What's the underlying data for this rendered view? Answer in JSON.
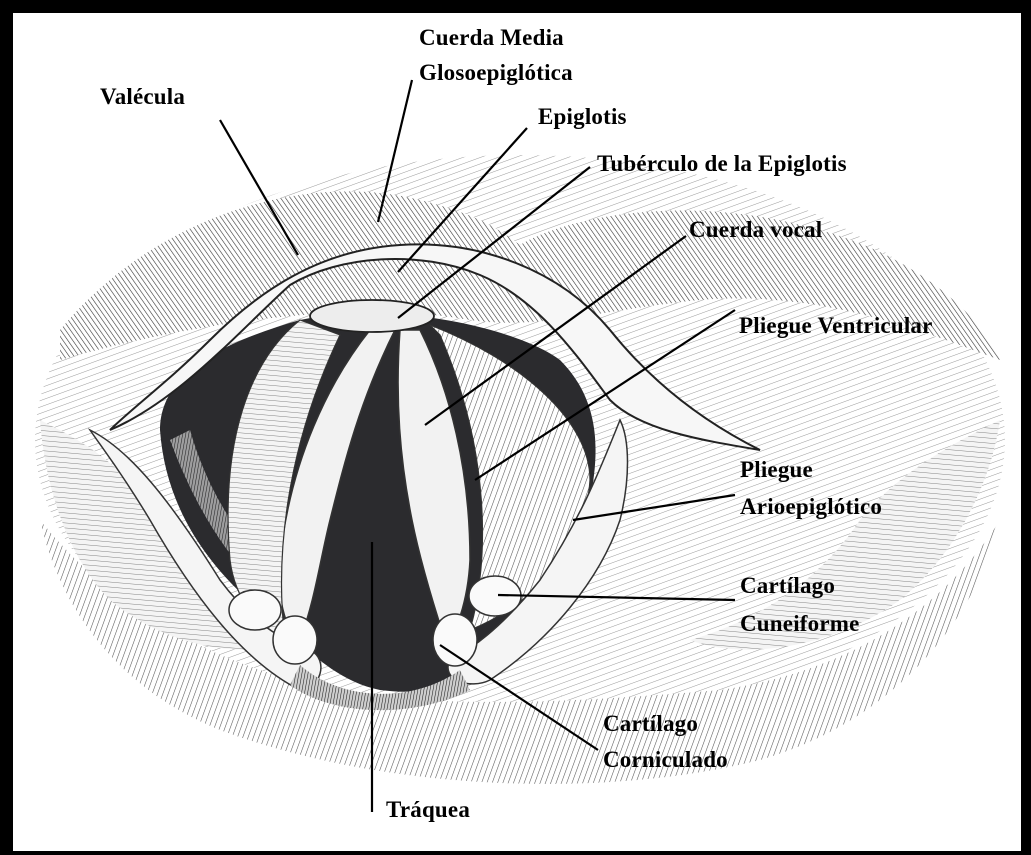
{
  "diagram": {
    "labels": {
      "cuerda_media_l1": "Cuerda Media",
      "cuerda_media_l2": "Glosoepiglótica",
      "valecula": "Valécula",
      "epiglotis": "Epiglotis",
      "tuberculo": "Tubérculo de la Epiglotis",
      "cuerda_vocal": "Cuerda vocal",
      "pliegue_ventricular": "Pliegue Ventricular",
      "pliegue_ario_l1": "Pliegue",
      "pliegue_ario_l2": "Arioepiglótico",
      "cuneiforme_l1": "Cartílago",
      "cuneiforme_l2": "Cuneiforme",
      "corniculado_l1": "Cartílago",
      "corniculado_l2": "Corniculado",
      "traquea": "Tráquea"
    },
    "ink_color": "#000000",
    "glottis_color": "#2b2b2e",
    "background_color": "#ffffff"
  }
}
